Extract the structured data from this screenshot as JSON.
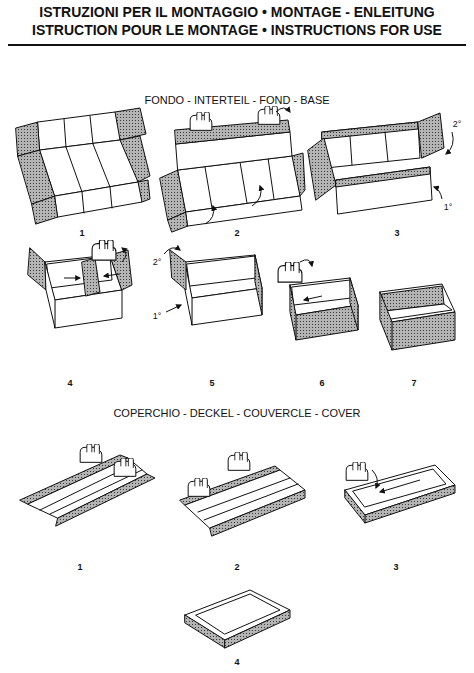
{
  "diagram": {
    "title": "ISTRUZIONI PER IL MONTAGGIO • MONTAGE - ENLEITUNG ISTRUCTION POUR LE MONTAGE • INSTRUCTIONS FOR USE",
    "labels": [
      "FONDO - INTERTEIL - FOND - BASE",
      "2°",
      "1°",
      "1",
      "2",
      "3",
      "2°",
      "1°",
      "4",
      "5",
      "6",
      "7",
      "COPERCHIO - DECKEL - COUVERCLE - COVER",
      "1",
      "2",
      "3",
      "4"
    ]
  }
}
